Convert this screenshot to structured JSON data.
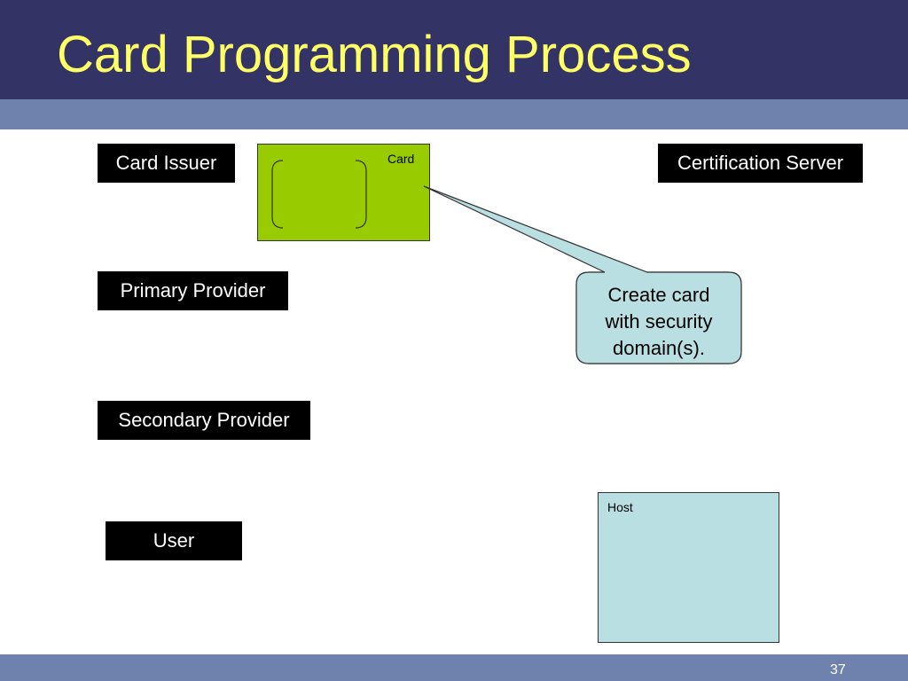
{
  "slide": {
    "title": "Card Programming Process",
    "page_number": "37"
  },
  "roles": {
    "card_issuer": "Card Issuer",
    "certification_server": "Certification Server",
    "primary_provider": "Primary Provider",
    "secondary_provider": "Secondary Provider",
    "user": "User"
  },
  "card": {
    "label": "Card"
  },
  "host": {
    "label": "Host"
  },
  "callout": {
    "text_line1": "Create card",
    "text_line2": "with security",
    "text_line3": "domain(s)."
  },
  "colors": {
    "title_bar": "#333366",
    "title_text": "#ffff66",
    "accent_band": "#6e82ad",
    "role_box": "#000000",
    "card_fill": "#99cc00",
    "host_fill": "#b9dfe3",
    "callout_fill": "#b9dfe3"
  }
}
